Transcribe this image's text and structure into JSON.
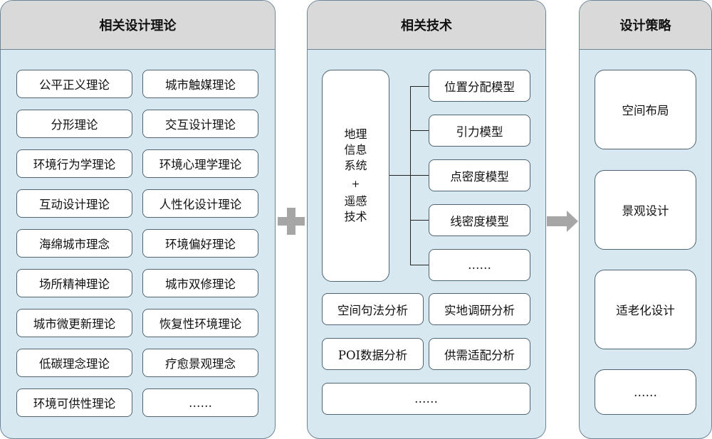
{
  "theory": {
    "title": "相关设计理论",
    "items": [
      "公平正义理论",
      "城市触媒理论",
      "分形理论",
      "交互设计理论",
      "环境行为学理论",
      "环境心理学理论",
      "互动设计理论",
      "人性化设计理论",
      "海绵城市理念",
      "环境偏好理论",
      "场所精神理论",
      "城市双修理论",
      "城市微更新理论",
      "恢复性环境理论",
      "低碳理念理论",
      "疗愈景观理念",
      "环境可供性理论",
      "……"
    ]
  },
  "tech": {
    "title": "相关技术",
    "gis_lines": [
      "地理",
      "信息",
      "系统",
      "+",
      "遥感",
      "技术"
    ],
    "models": [
      "位置分配模型",
      "引力模型",
      "点密度模型",
      "线密度模型",
      "……"
    ],
    "analysis": [
      "空间句法分析",
      "实地调研分析",
      "POI数据分析",
      "供需适配分析"
    ],
    "more": "……"
  },
  "strategy": {
    "title": "设计策略",
    "items": [
      "空间布局",
      "景观设计",
      "适老化设计",
      "……"
    ]
  },
  "colors": {
    "panel_bg": "#d8e8f0",
    "header_bg": "#d9d9d9",
    "border": "#6d8594",
    "connector": "#a6a6a6"
  }
}
